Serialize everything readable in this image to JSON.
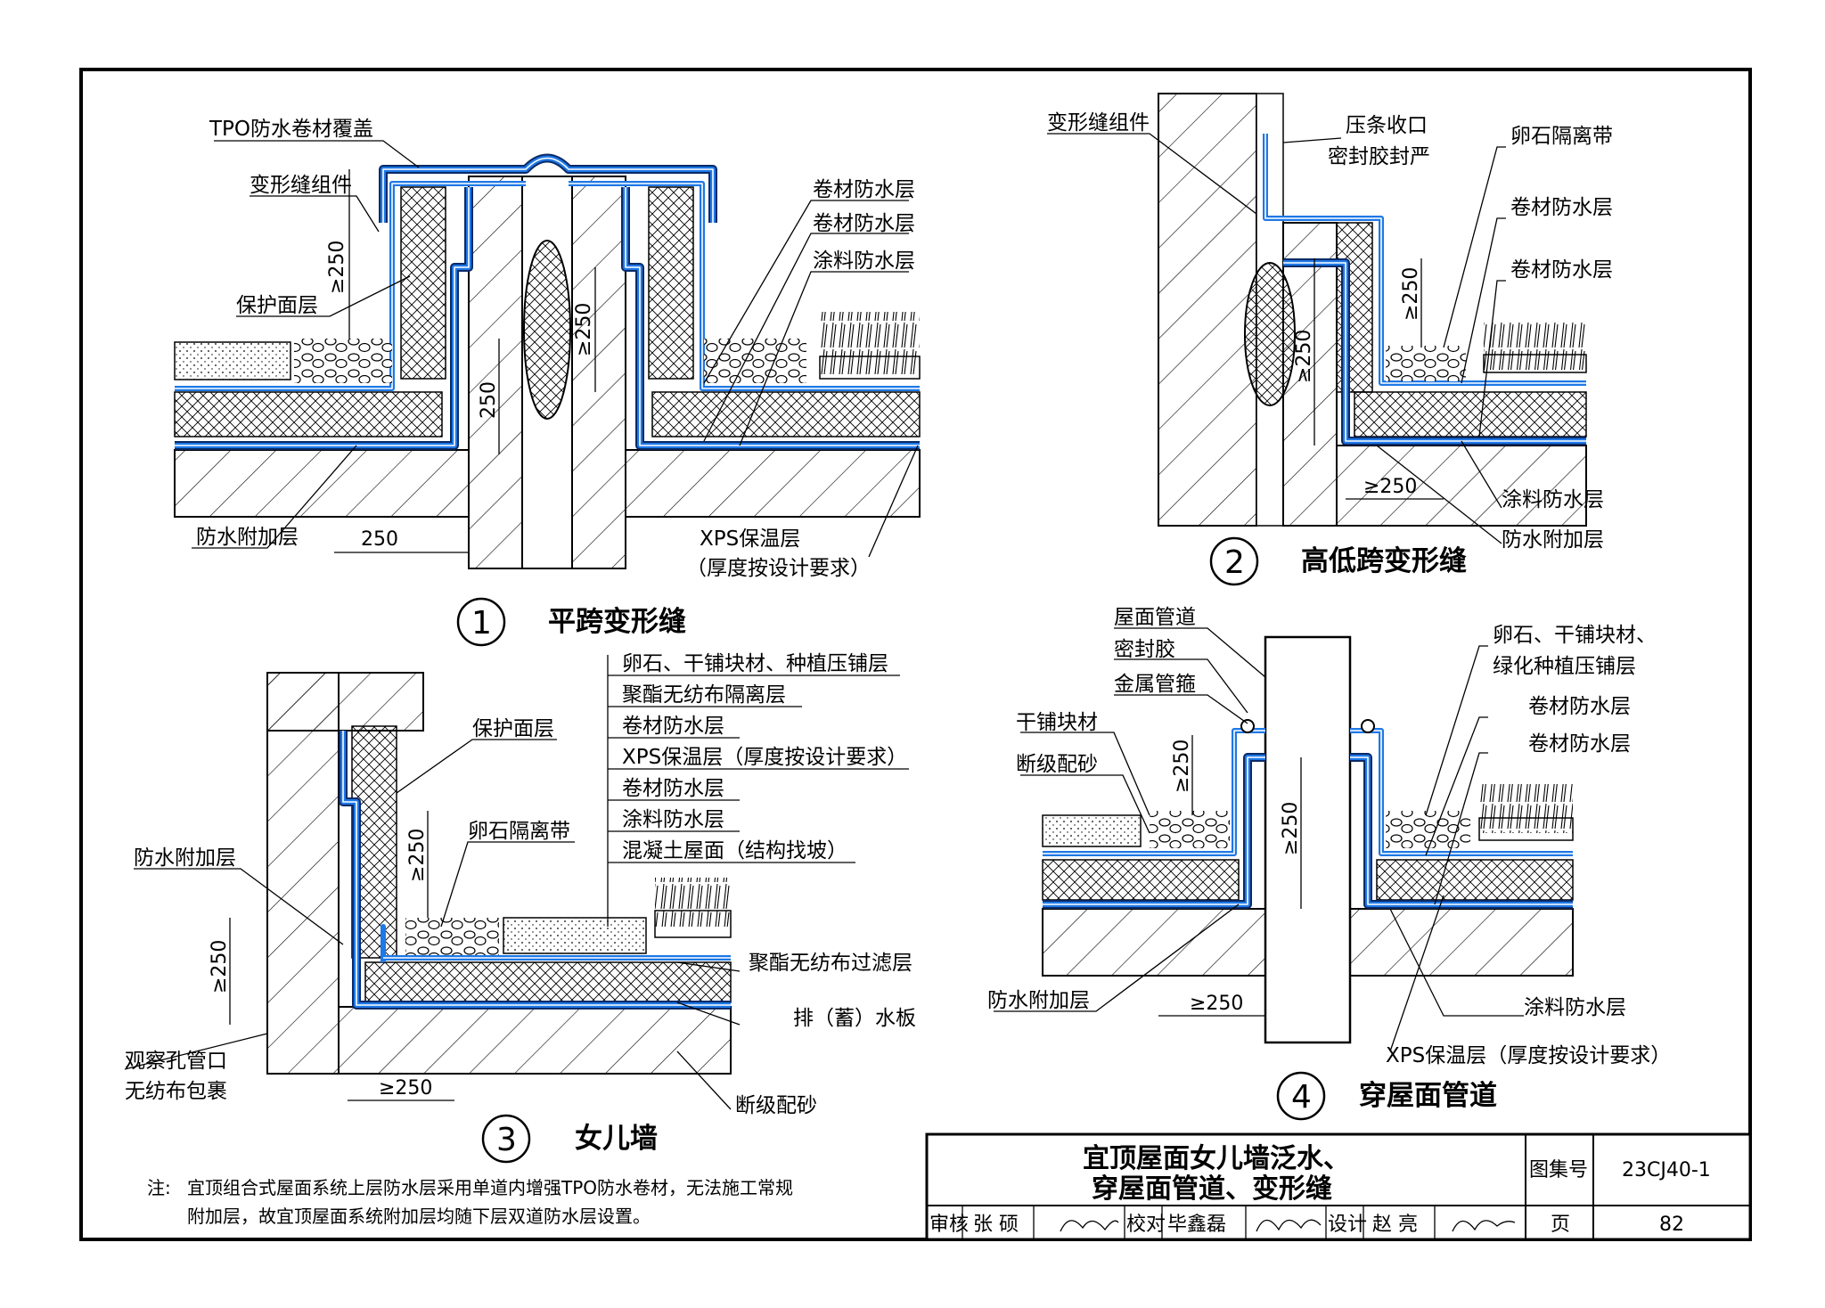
{
  "detail1": {
    "number": "1",
    "title": "平跨变形缝",
    "labels": {
      "tpo_cover": "TPO防水卷材覆盖",
      "joint_assembly": "变形缝组件",
      "protection_layer": "保护面层",
      "membrane_a": "卷材防水层",
      "membrane_b": "卷材防水层",
      "coating": "涂料防水层",
      "additional_layer": "防水附加层",
      "xps": "XPS保温层",
      "xps_note": "（厚度按设计要求）"
    },
    "dims": {
      "d250_h1": "≥250",
      "d250_h2": "250",
      "d250_h3": "≥250",
      "d250_w": "250"
    }
  },
  "detail2": {
    "number": "2",
    "title": "高低跨变形缝",
    "labels": {
      "joint_assembly": "变形缝组件",
      "strip_finish": "压条收口",
      "sealant": "密封胶封严",
      "pebble_strip": "卵石隔离带",
      "membrane_a": "卷材防水层",
      "membrane_b": "卷材防水层",
      "coating": "涂料防水层",
      "additional_layer": "防水附加层"
    },
    "dims": {
      "d250_h1": "≥250",
      "d250_h2": "≥250",
      "d250_w": "≥250"
    }
  },
  "detail3": {
    "number": "3",
    "title": "女儿墙",
    "layers": [
      "卵石、干铺块材、种植压铺层",
      "聚酯无纺布隔离层",
      "卷材防水层",
      "XPS保温层（厚度按设计要求）",
      "卷材防水层",
      "涂料防水层",
      "混凝土屋面（结构找坡）"
    ],
    "labels": {
      "protection_layer": "保护面层",
      "pebble_strip": "卵石隔离带",
      "additional_layer": "防水附加层",
      "inspection_1": "观察孔管口",
      "inspection_2": "无纺布包裹",
      "filter_layer": "聚酯无纺布过滤层",
      "drain_board": "排（蓄）水板",
      "graded_sand": "断级配砂"
    },
    "dims": {
      "d250_h1": "≥250",
      "d250_h2": "≥250",
      "d250_w": "≥250"
    }
  },
  "detail4": {
    "number": "4",
    "title": "穿屋面管道",
    "labels": {
      "roof_pipe": "屋面管道",
      "sealant": "密封胶",
      "metal_clamp": "金属管箍",
      "dry_blocks": "干铺块材",
      "graded_sand": "断级配砂",
      "pebble_1": "卵石、干铺块材、",
      "pebble_2": "绿化种植压铺层",
      "membrane_a": "卷材防水层",
      "membrane_b": "卷材防水层",
      "additional_layer": "防水附加层",
      "coating": "涂料防水层",
      "xps": "XPS保温层（厚度按设计要求）"
    },
    "dims": {
      "d250_h1": "≥250",
      "d250_h2": "≥250",
      "d250_w": "≥250"
    }
  },
  "note": {
    "prefix": "注:",
    "line1": "宜顶组合式屋面系统上层防水层采用单道内增强TPO防水卷材，无法施工常规",
    "line2": "附加层，故宜顶屋面系统附加层均随下层双道防水层设置。"
  },
  "title_block": {
    "title_line1": "宜顶屋面女儿墙泛水、",
    "title_line2": "穿屋面管道、变形缝",
    "atlas_label": "图集号",
    "atlas_no": "23CJ40-1",
    "review_label": "审核",
    "reviewer": "张 硕",
    "check_label": "校对",
    "checker": "毕鑫磊",
    "design_label": "设计",
    "designer": "赵 亮",
    "page_label": "页",
    "page_no": "82"
  }
}
